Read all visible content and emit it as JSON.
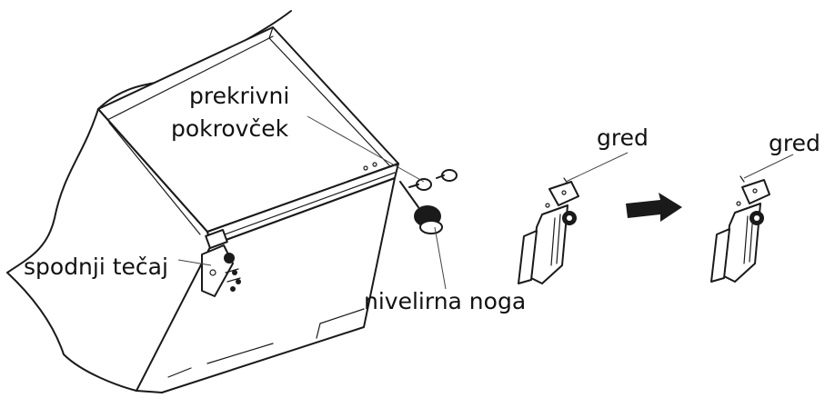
{
  "labels": {
    "cover_cap_line1": "prekrivni",
    "cover_cap_line2": "pokrovček",
    "lower_hinge": "spodnji tečaj",
    "leveling_foot": "nivelirna noga",
    "gred_left": "gred",
    "gred_right": "gred"
  },
  "colors": {
    "line": "#1a1a1a",
    "background": "#ffffff"
  },
  "icons": {
    "arrow": "right-arrow-icon"
  }
}
